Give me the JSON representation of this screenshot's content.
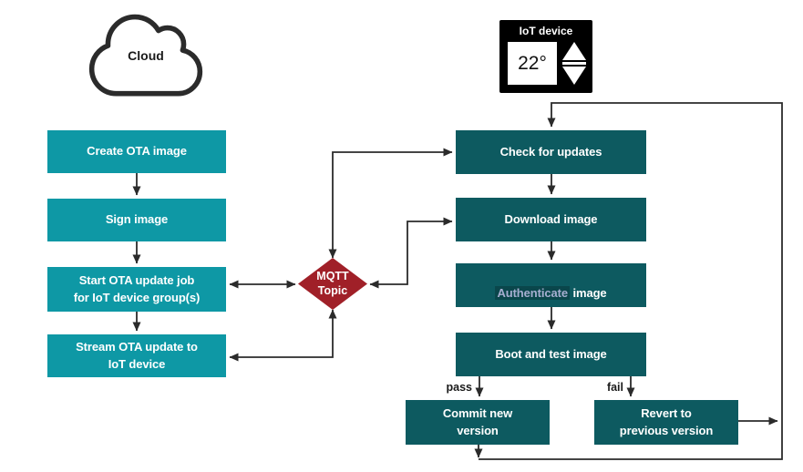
{
  "cloud": {
    "label": "Cloud"
  },
  "device": {
    "title": "IoT device",
    "temperature": "22°"
  },
  "broker": {
    "label": "MQTT\nTopic"
  },
  "cloud_flow": {
    "boxes": [
      {
        "label": "Create OTA image"
      },
      {
        "label": "Sign image"
      },
      {
        "label": "Start OTA update job\nfor IoT device group(s)"
      },
      {
        "label": "Stream OTA update to\nIoT device"
      }
    ]
  },
  "device_flow": {
    "boxes": [
      {
        "label": "Check for updates"
      },
      {
        "label": "Download image"
      },
      {
        "highlight": "Authenticate",
        "rest": " image"
      },
      {
        "label": "Boot and test image"
      }
    ],
    "outcomes": {
      "pass_label": "pass",
      "fail_label": "fail",
      "pass_box": "Commit new\nversion",
      "fail_box": "Revert to\nprevious version"
    }
  },
  "colors": {
    "cloud_box": "#0e98a5",
    "device_box": "#0d5a60",
    "diamond": "#a02028",
    "arrow": "#2b2b2b",
    "authenticate_text": "#a6aed0"
  }
}
